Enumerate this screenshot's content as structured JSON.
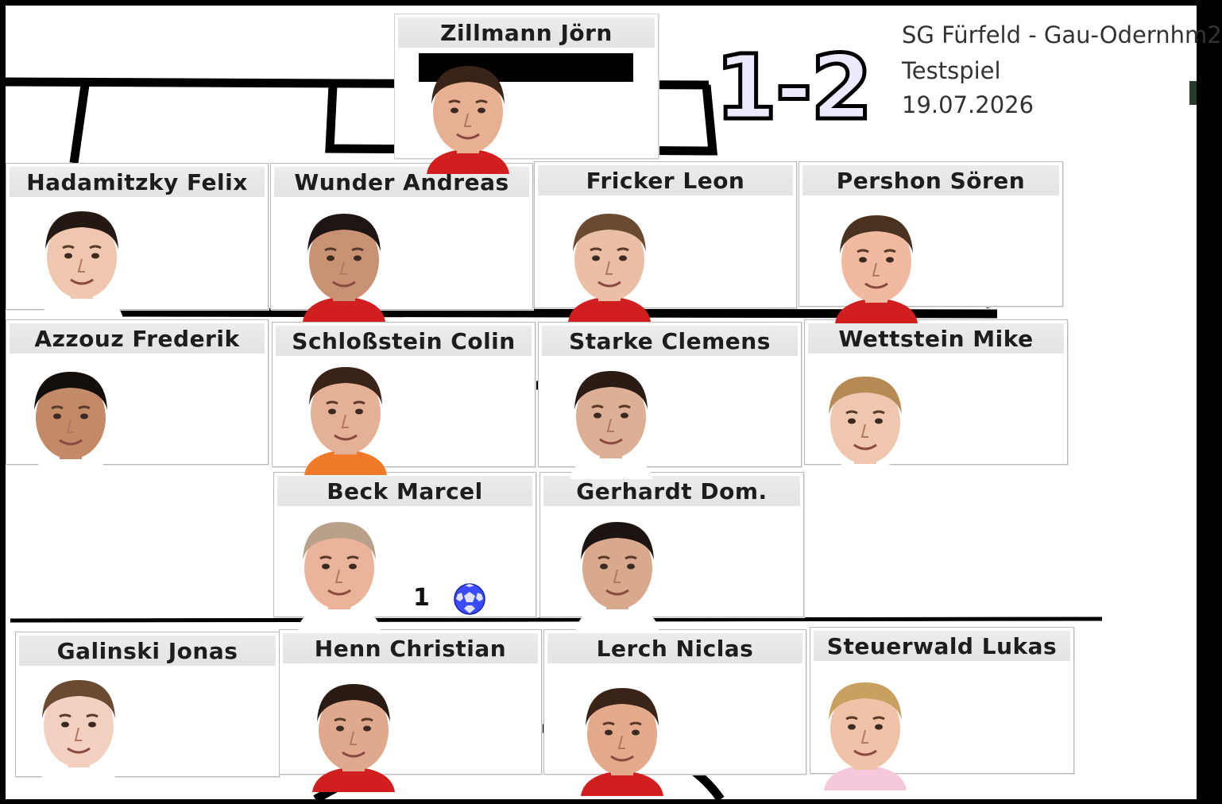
{
  "match": {
    "score": "1-2",
    "teams": "SG Fürfeld - Gau-Odernhm2",
    "type": "Testspiel",
    "date": "19.07.2026"
  },
  "players": {
    "gk": {
      "name": "Zillmann Jörn"
    },
    "def1": {
      "name": "Hadamitzky Felix"
    },
    "def2": {
      "name": "Wunder Andreas"
    },
    "def3": {
      "name": "Fricker Leon"
    },
    "def4": {
      "name": "Pershon Sören"
    },
    "mid1": {
      "name": "Azzouz Frederik"
    },
    "mid2": {
      "name": "Schloßstein Colin"
    },
    "mid3": {
      "name": "Starke Clemens"
    },
    "mid4": {
      "name": "Wettstein Mike"
    },
    "fw1": {
      "name": "Beck Marcel",
      "goals": "1"
    },
    "fw2": {
      "name": "Gerhardt Dom."
    },
    "sub1": {
      "name": "Galinski Jonas"
    },
    "sub2": {
      "name": "Henn Christian"
    },
    "sub3": {
      "name": "Lerch Niclas"
    },
    "sub4": {
      "name": "Steuerwald Lukas"
    }
  },
  "colors": {
    "score_fill": "#eceaff",
    "card_header": "#e6e6e6",
    "ball": "#2c3cff"
  },
  "icons": {
    "goal": "soccer-ball-icon",
    "photo": "player-photo-icon"
  }
}
